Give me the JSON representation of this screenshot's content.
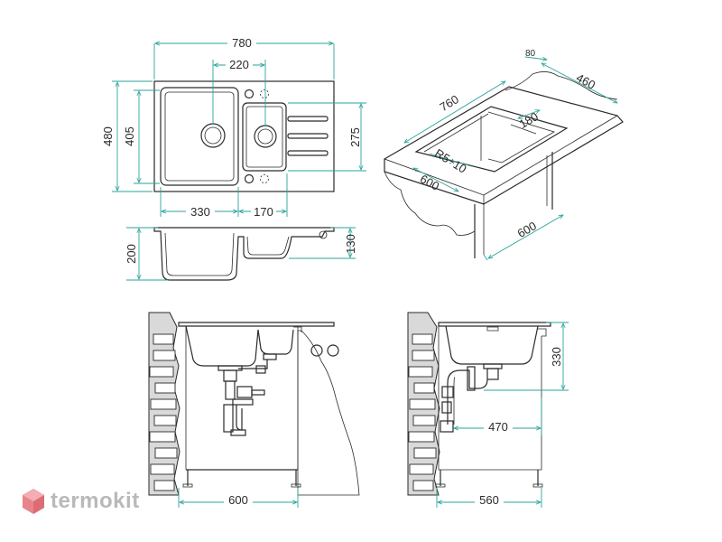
{
  "top_view": {
    "width_total": "780",
    "bowl_offset": "220",
    "height_total": "480",
    "height_inner": "405",
    "small_bowl_height": "275",
    "main_bowl_width": "330",
    "small_bowl_width": "170"
  },
  "side_view": {
    "depth_main": "200",
    "depth_small": "130"
  },
  "iso_view": {
    "thickness": "80",
    "sink_depth": "460",
    "length": "760",
    "radius": "R5÷10",
    "bowl_dim": "180",
    "cabinet_width": "600",
    "cabinet_depth": "600"
  },
  "front_install": {
    "cabinet_width": "600"
  },
  "side_install": {
    "cabinet_depth": "560",
    "drain_height": "330",
    "drain_depth": "470"
  },
  "brand": {
    "name": "termokit",
    "logo_color": "#e8848a",
    "text_color": "#b9b9b9"
  },
  "colors": {
    "dimension_line": "#2aa39a",
    "outline": "#2a2a2a"
  }
}
